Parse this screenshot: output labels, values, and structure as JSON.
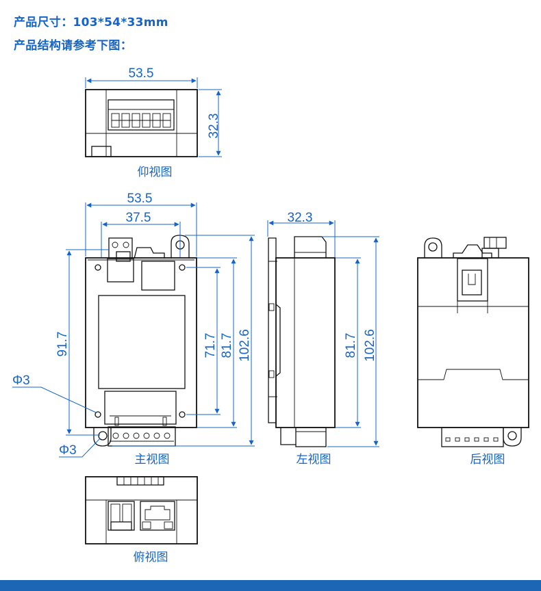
{
  "header": {
    "size_line": "产品尺寸：103*54*33mm",
    "structure_line": "产品结构请参考下图："
  },
  "views": {
    "bottom_view": {
      "caption": "仰视图",
      "width_dim": "53.5",
      "height_dim": "32.3"
    },
    "front_view": {
      "caption": "主视图",
      "width_outer": "53.5",
      "width_inner": "37.5",
      "height_mount": "91.7",
      "height_hole": "71.7",
      "height_body": "81.7",
      "height_total": "102.6",
      "hole_dia_upper": "Φ3",
      "hole_dia_lower": "Φ3"
    },
    "left_view": {
      "caption": "左视图",
      "width_dim": "32.3",
      "height_body": "81.7",
      "height_total": "102.6"
    },
    "rear_view": {
      "caption": "后视图"
    },
    "top_view": {
      "caption": "俯视图"
    }
  },
  "colors": {
    "accent": "#1565c8",
    "bar": "#1c66b5",
    "line": "#111111"
  }
}
